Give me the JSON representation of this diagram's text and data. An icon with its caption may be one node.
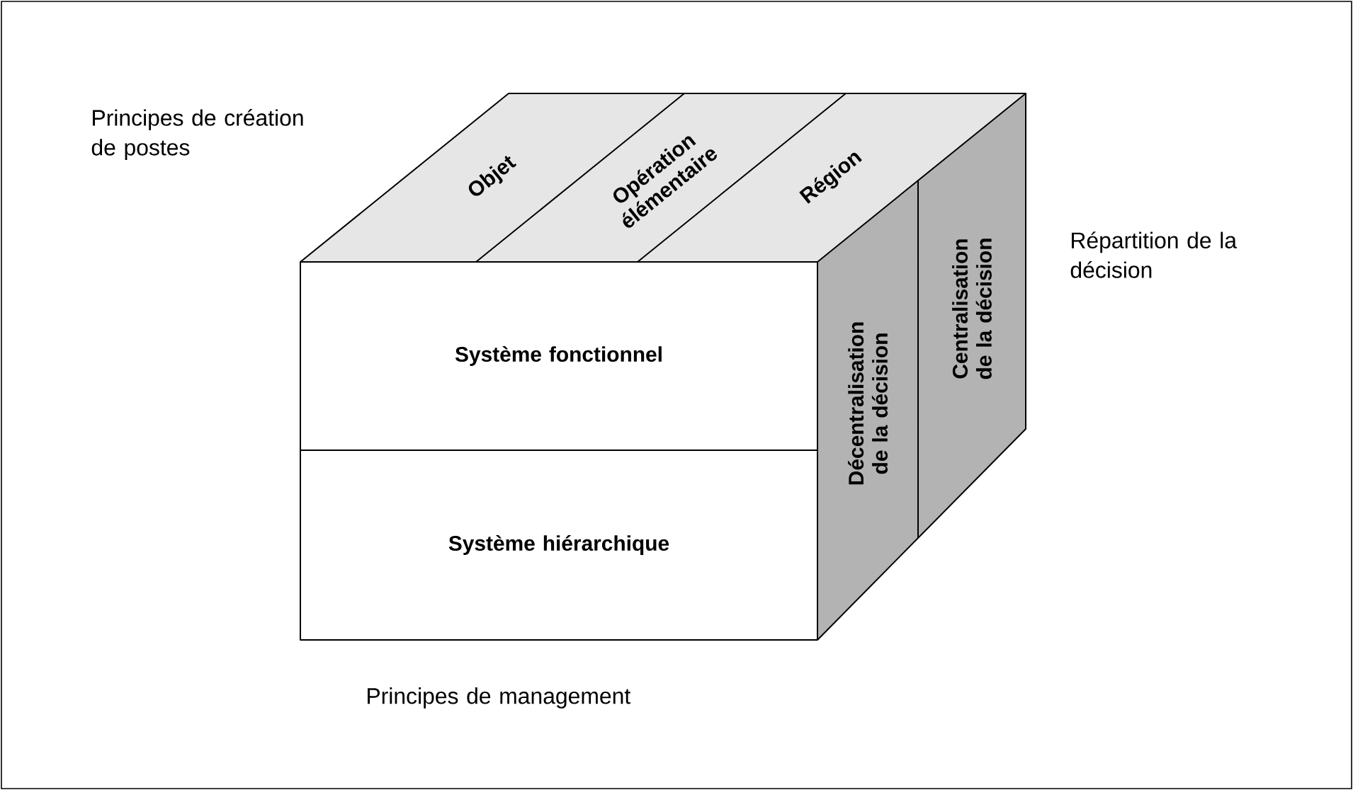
{
  "diagram": {
    "nodes": [
      {
        "text": [
          "Objet"
        ]
      },
      {
        "text": [
          "Opération élémentaire"
        ]
      },
      {
        "text": [
          "Région"
        ]
      },
      {
        "text": [
          "Système fonctionnel"
        ]
      },
      {
        "text": [
          "Système hiérarchique"
        ]
      },
      {
        "text": [
          "Décentralisation de la décision"
        ]
      },
      {
        "text": [
          "Centralisation de la décision"
        ]
      }
    ],
    "labels": [
      "Principes de création de postes",
      "Répartition de la décision",
      "Principes de management"
    ]
  }
}
